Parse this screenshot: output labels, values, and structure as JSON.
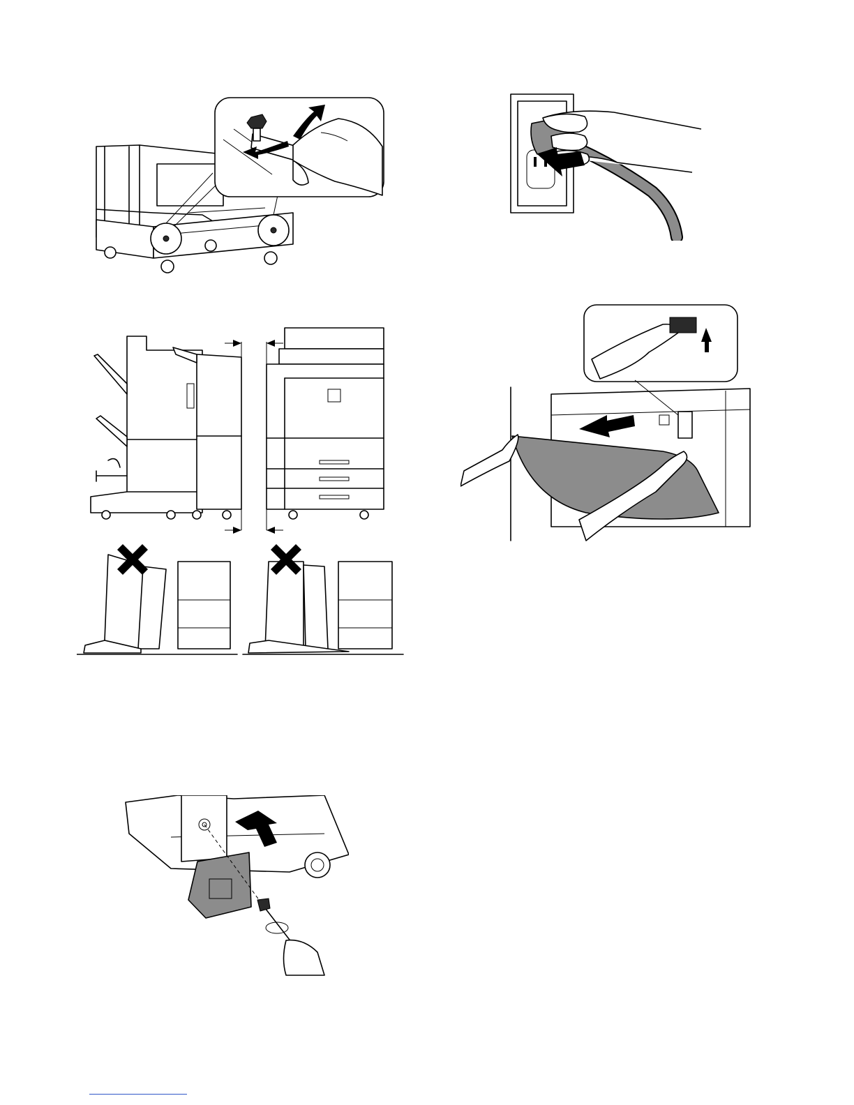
{
  "page": {
    "figures": [
      {
        "id": "fig-1",
        "icon": "adjuster-lock-release-icon"
      },
      {
        "id": "fig-2",
        "icon": "power-plug-insert-icon"
      },
      {
        "id": "fig-3",
        "icon": "finisher-alignment-icon"
      },
      {
        "id": "fig-4",
        "icon": "front-cover-open-icon"
      },
      {
        "id": "fig-5",
        "icon": "bracket-screw-install-icon"
      }
    ],
    "footer": {
      "link_color": "#2e56c7"
    }
  }
}
